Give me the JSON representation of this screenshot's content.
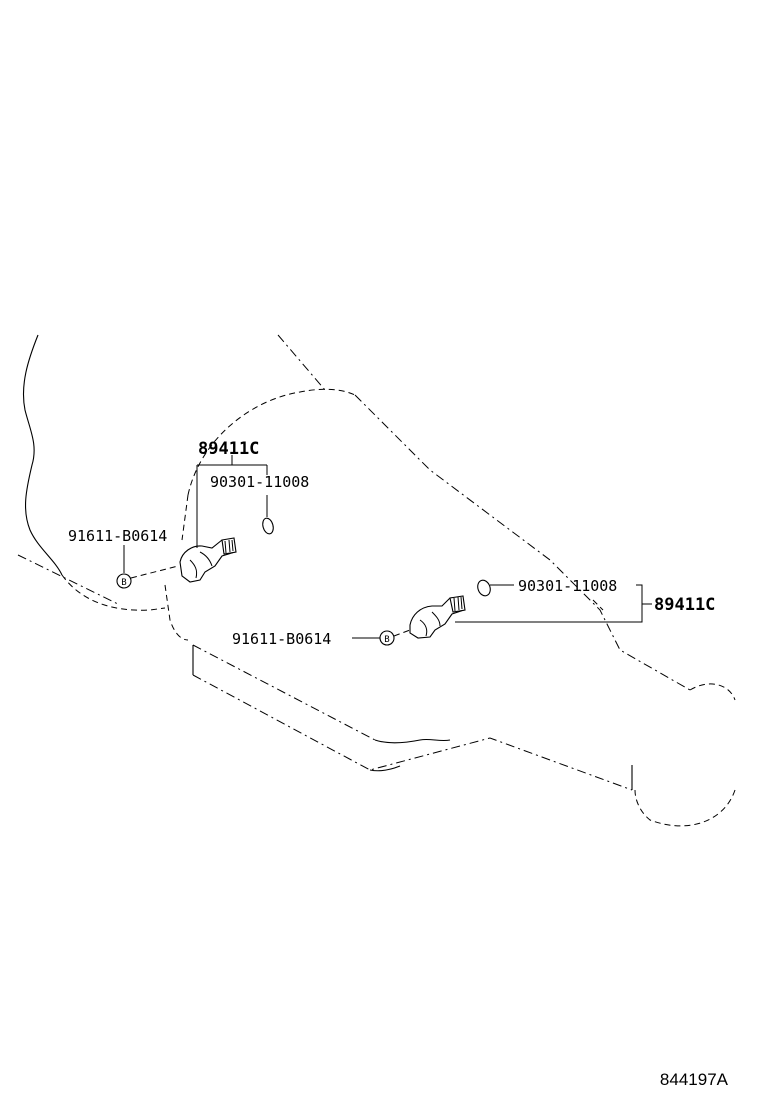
{
  "parts": {
    "sensor_assy_a": "89411C",
    "o_ring_a": "90301-11008",
    "bolt_a": "91611-B0614",
    "o_ring_b": "90301-11008",
    "sensor_assy_b": "89411C",
    "bolt_b": "91611-B0614",
    "bolt_marker": "B"
  },
  "figure_number": "844197A"
}
